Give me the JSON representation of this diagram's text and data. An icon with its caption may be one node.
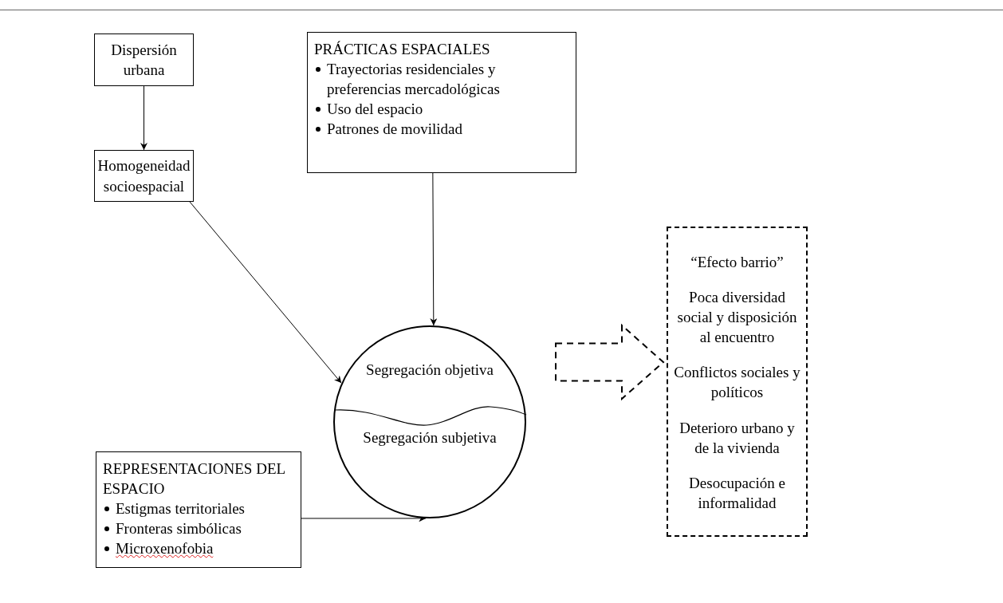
{
  "diagram": {
    "nodes": [
      {
        "text": [
          "Dispersión urbana"
        ]
      },
      {
        "text": [
          "PRÁCTICAS ESPACIALES",
          "Trayectorias residenciales y preferencias mercadológicas",
          "Uso del espacio",
          "Patrones de movilidad"
        ]
      },
      {
        "text": [
          "Homogeneidad socioespacial"
        ]
      },
      {
        "text": [
          "Segregación objetiva",
          "Segregación subjetiva"
        ]
      },
      {
        "text": [
          "REPRESENTACIONES DEL ESPACIO",
          "Estigmas territoriales",
          "Fronteras simbólicas",
          "Microxenofobia"
        ]
      },
      {
        "text": [
          "“Efecto barrio”",
          "Poca diversidad social y disposición al encuentro",
          "Conflictos sociales y políticos",
          "Deterioro urbano y de la vivienda",
          "Desocupación e informalidad"
        ]
      }
    ],
    "edges": [
      {
        "from": 0,
        "to": 2,
        "arrow": "to"
      },
      {
        "from": 2,
        "to": 3,
        "arrow": "to"
      },
      {
        "from": 1,
        "to": 3,
        "arrow": "to"
      },
      {
        "from": 4,
        "to": 3,
        "arrow": "to"
      },
      {
        "from": 3,
        "to": 5,
        "arrow": "to",
        "style": "dashed"
      }
    ]
  }
}
